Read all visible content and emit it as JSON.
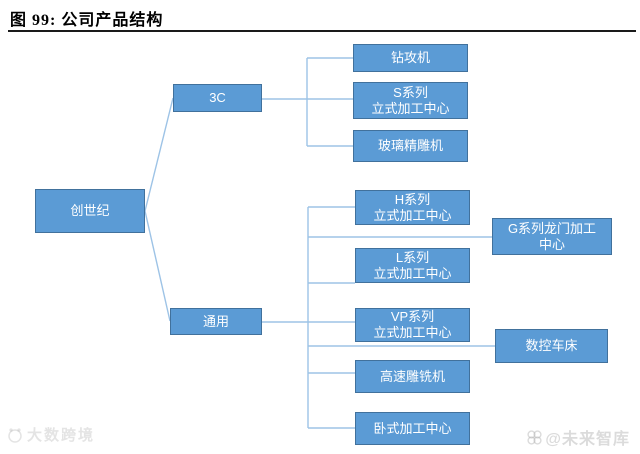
{
  "figure": {
    "title": "图 99: 公司产品结构"
  },
  "diagram_type": "product-structure-tree",
  "structure": {
    "root": "创世纪",
    "branches": [
      {
        "label": "3C",
        "children": [
          "钻攻机",
          "S系列\n立式加工中心",
          "玻璃精雕机"
        ]
      },
      {
        "label": "通用",
        "children": [
          "H系列\n立式加工中心",
          "G系列龙门加工\n中心",
          "L系列\n立式加工中心",
          "VP系列\n立式加工中心",
          "数控车床",
          "高速雕铣机",
          "卧式加工中心"
        ]
      }
    ]
  },
  "colors": {
    "node_fill": "#5b9bd5",
    "node_border": "#41719c",
    "connector": "#9dc3e6",
    "title_text": "#000000",
    "title_rule": "#1a1a1a"
  },
  "watermarks": {
    "bottom_left": "大数跨境",
    "bottom_right": "@未来智库"
  }
}
